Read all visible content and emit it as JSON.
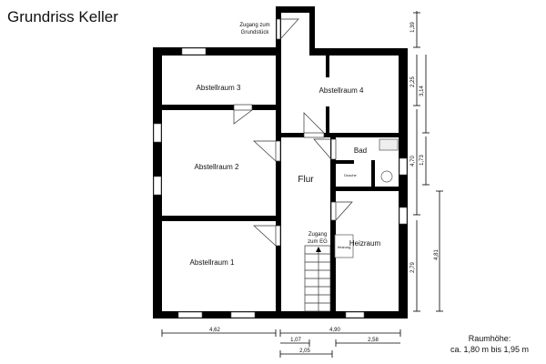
{
  "title": "Grundriss Keller",
  "rooms": {
    "abstellraum3": "Abstellraum 3",
    "abstellraum4": "Abstellraum 4",
    "abstellraum2": "Abstellraum 2",
    "abstellraum1": "Abstellraum 1",
    "flur": "Flur",
    "bad": "Bad",
    "dusche": "Dusche",
    "heizraum": "Heizraum",
    "heizung": "Heizung"
  },
  "annotations": {
    "zugang_grundstueck_1": "Zugang zum",
    "zugang_grundstueck_2": "Grundstück",
    "zugang_eg_1": "Zugang",
    "zugang_eg_2": "zum EG"
  },
  "dimensions": {
    "right": [
      "1,39",
      "2,25",
      "3,14",
      "4,70",
      "1,73",
      "2,79",
      "4,81"
    ],
    "bottom": [
      "4,62",
      "4,90",
      "1,07",
      "2,58",
      "2,05"
    ]
  },
  "room_height": {
    "label": "Raumhöhe:",
    "value": "ca. 1,80 m bis 1,95 m"
  }
}
